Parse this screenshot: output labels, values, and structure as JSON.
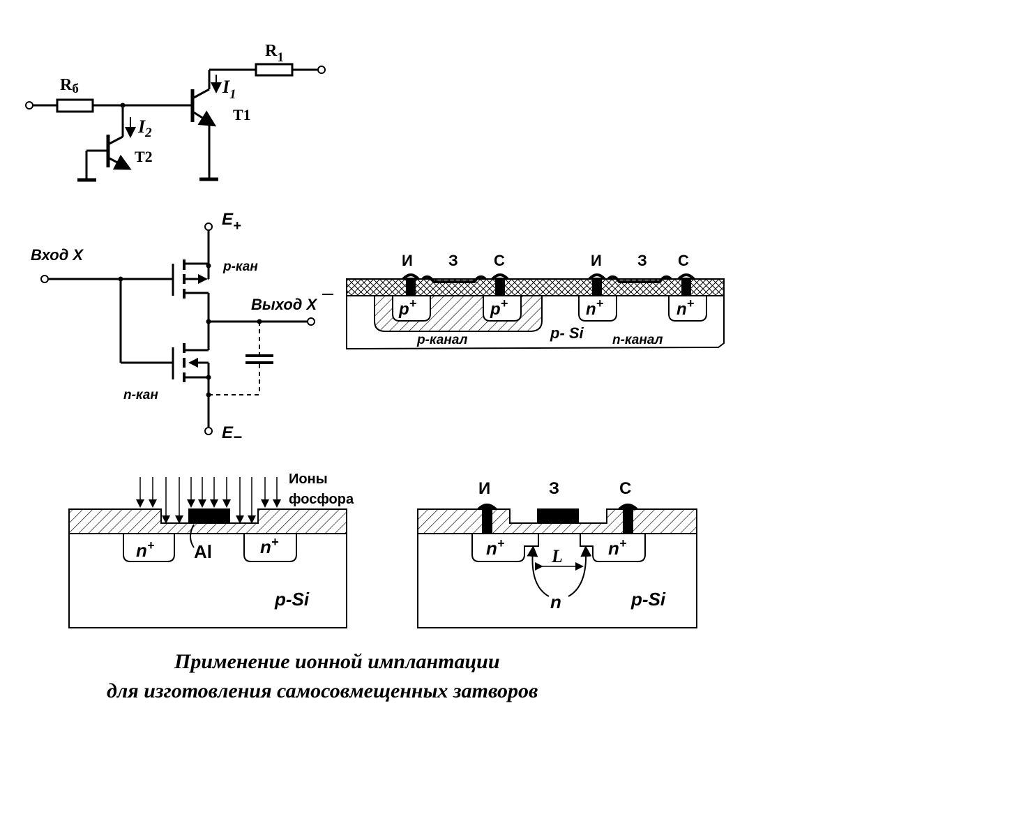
{
  "circuit1": {
    "r_base": "R",
    "r_base_sub": "б",
    "r1": "R",
    "r1_sub": "1",
    "i1": "I",
    "i1_sub": "1",
    "i2": "I",
    "i2_sub": "2",
    "t1": "T1",
    "t2": "T2"
  },
  "cmos": {
    "e_plus": "E",
    "e_plus_sub": "+",
    "e_minus": "E",
    "e_minus_sub": "−",
    "input": "Вход X",
    "output": "Выход X",
    "p_channel": "p-кан",
    "n_channel": "n-кан"
  },
  "cross_section": {
    "i_left": "И",
    "z_left": "З",
    "s_left": "С",
    "i_right": "И",
    "z_right": "З",
    "s_right": "С",
    "p_plus_1": "p",
    "p_plus_2": "p",
    "n_plus_1": "n",
    "n_plus_2": "n",
    "plus": "+",
    "p_canal": "p-канал",
    "p_si": "p- Si",
    "n_canal": "n-канал"
  },
  "implant_left": {
    "ions_line1": "Ионы",
    "ions_line2": "фосфора",
    "n_plus_left": "n",
    "n_plus_right": "n",
    "plus": "+",
    "al": "Al",
    "p_si": "p-Si"
  },
  "implant_right": {
    "i": "И",
    "z": "З",
    "s": "С",
    "n_plus_left": "n",
    "n_plus_right": "n",
    "plus": "+",
    "length": "L",
    "n": "n",
    "p_si": "p-Si"
  },
  "caption": {
    "line1": "Применение  ионной  имплантации",
    "line2": "для изготовления самосовмещенных затворов"
  }
}
